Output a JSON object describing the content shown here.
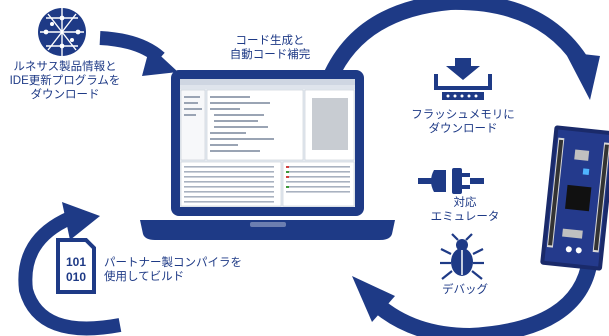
{
  "labels": {
    "download_info": [
      "ルネサス製品情報と",
      "IDE更新プログラムを",
      "ダウンロード"
    ],
    "code_gen": [
      "コード生成と",
      "自動コード補完"
    ],
    "flash_download": [
      "フラッシュメモリに",
      "ダウンロード"
    ],
    "emulator": [
      "対応",
      "エミュレータ"
    ],
    "debug": "デバッグ",
    "build": [
      "パートナー製コンパイラを",
      "使用してビルド"
    ],
    "binary_icon_text": [
      "101",
      "010"
    ]
  },
  "colors": {
    "primary": "#1e3a86",
    "screen_bg": "#e9edf3"
  },
  "icons": [
    "globe-network-icon",
    "laptop-icon",
    "flash-download-icon",
    "emulator-plug-icon",
    "debug-bug-icon",
    "binary-file-icon",
    "dev-board-image"
  ]
}
